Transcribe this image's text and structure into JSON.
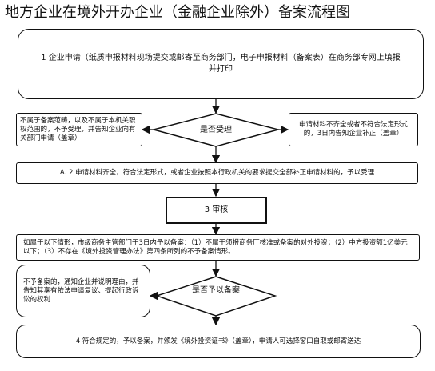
{
  "title": "地方企业在境外开办企业（金融企业除外）备案流程图",
  "steps": {
    "step1": "1 企业申请（纸质申报材料现场提交或邮寄至商务部门，电子申报材料（备案表）在商务部专网上填报并打印",
    "reject_left": "不属于备案范畴，以及不属于本机关职权范围的，不予受理，并告知企业向有关部门申请（盖章）",
    "decision1": "是否受理",
    "notify_right": "申请材料不齐全或者不符合法定形式的，3日内告知企业补正（盖章）",
    "accept_a": "A. 2 申请材料齐全，符合法定形式，或者企业按照本行政机关的要求提交全部补正申请材料的，予以受理",
    "review": "3 审核",
    "conditions": "如属于以下情形，市级商务主管部门于3日内予以备案：（1）不属于须报商务厅核准或备案的对外投资；（2）中方投资额1亿美元以下；（3）不存在《境外投资管理办法》第四条所列的不予备案情形。",
    "reject_bottom": "不予备案的，通知企业并说明理由，并告知其享有依法申请复议、提起行政诉讼的权利",
    "decision2": "是否予以备案",
    "final": "4 符合规定的，予以备案，并颁发《境外投资证书》（盖章），申请人可选择窗口自取或邮寄送达"
  }
}
